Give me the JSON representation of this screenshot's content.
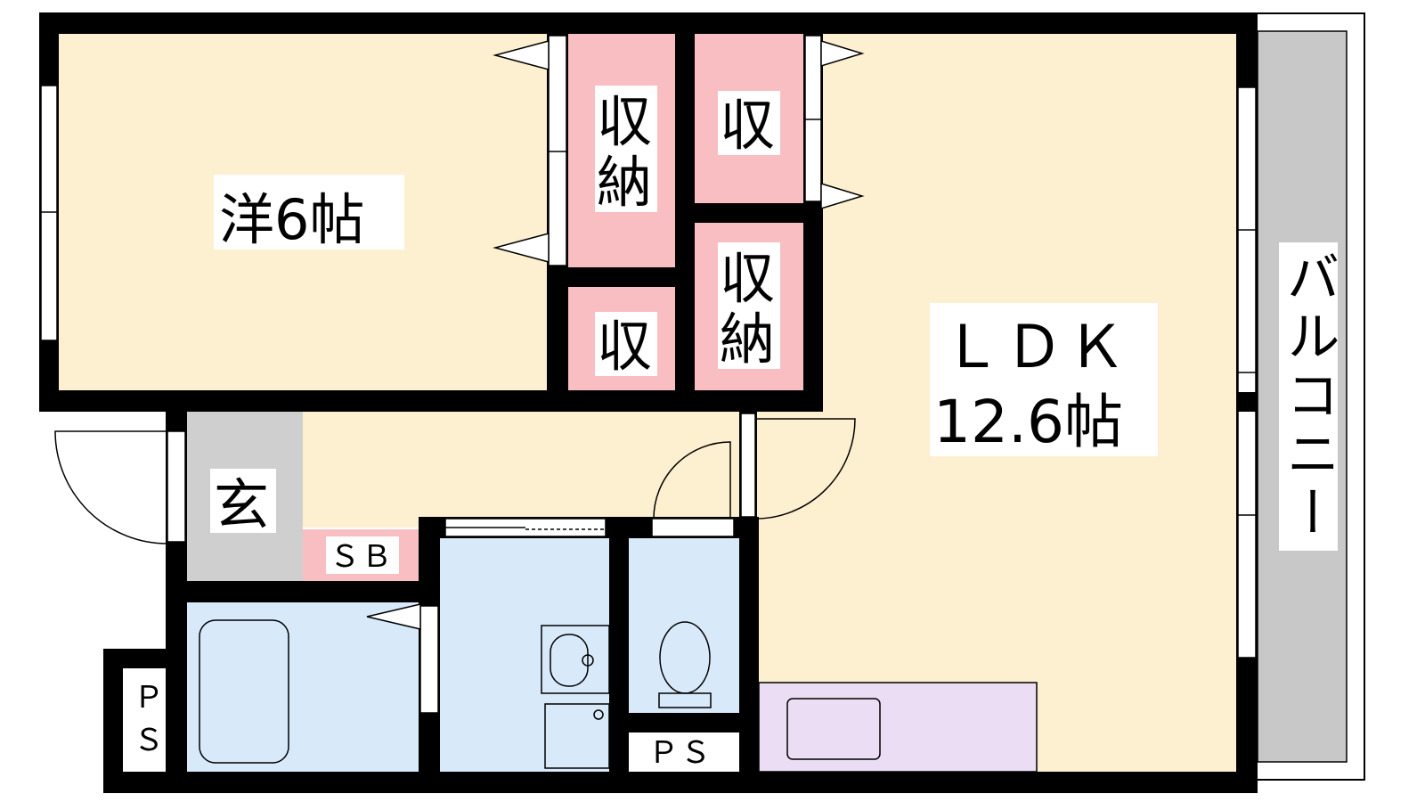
{
  "rooms": {
    "western": {
      "name": "洋",
      "size": "6帖"
    },
    "ldk": {
      "name": "ＬＤＫ",
      "size": "12.6帖"
    },
    "storage_char": "収",
    "storage_char2": "納",
    "entrance": "玄",
    "shoe_box": "ＳＢ",
    "ps": "ＰＳ",
    "balcony": "バルコニー"
  },
  "colors": {
    "wall": "#000000",
    "western_floor": "#FDF0D0",
    "ldk_floor": "#FDF0D0",
    "storage": "#F9BEC2",
    "entrance_floor": "#CFCFCF",
    "wet_area": "#D8E9FA",
    "kitchen": "#EBDDF3",
    "balcony": "#C8C8C8"
  }
}
